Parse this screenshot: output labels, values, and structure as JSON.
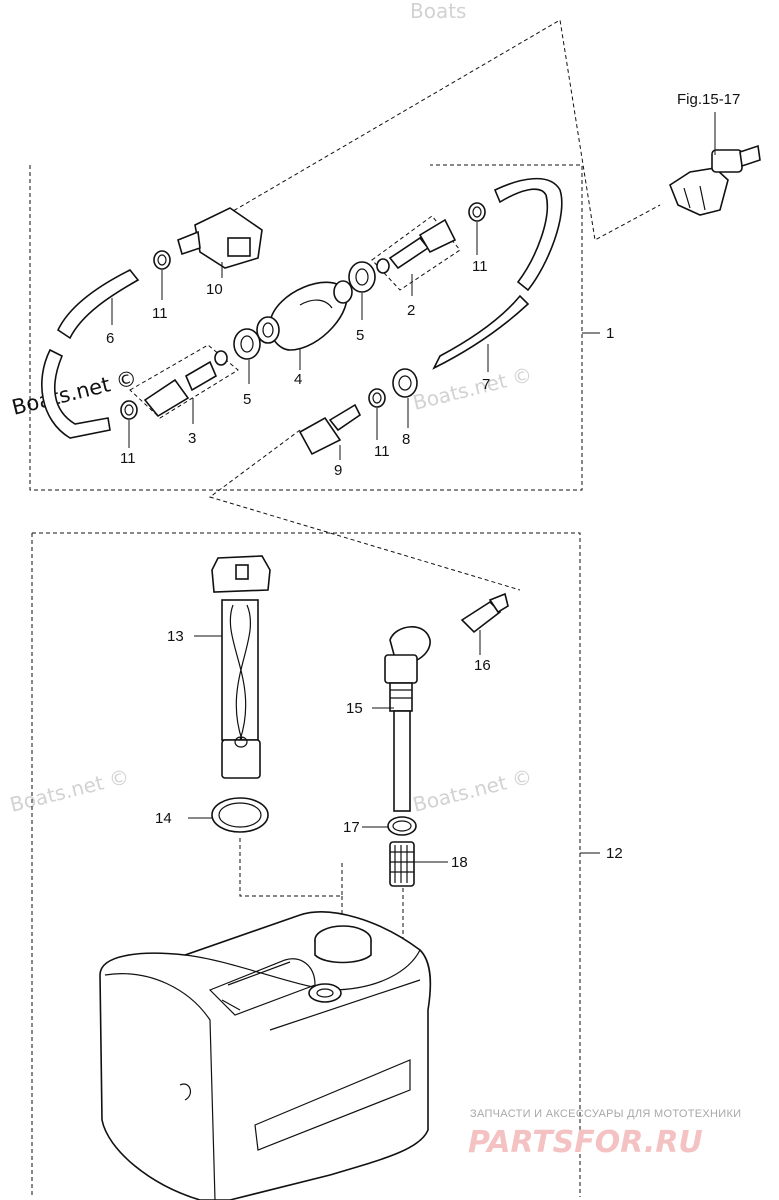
{
  "figure_ref": "Fig.15-17",
  "callouts": {
    "c1": "1",
    "c2": "2",
    "c3": "3",
    "c4": "4",
    "c5a": "5",
    "c5b": "5",
    "c6": "6",
    "c7": "7",
    "c8": "8",
    "c9": "9",
    "c10": "10",
    "c11a": "11",
    "c11b": "11",
    "c11c": "11",
    "c11d": "11",
    "c12": "12",
    "c13": "13",
    "c14": "14",
    "c15": "15",
    "c16": "16",
    "c17": "17",
    "c18": "18"
  },
  "watermarks": {
    "top": "Boats",
    "left_strong": "Boats.net ©",
    "mid_right": "Boats.net ©",
    "lower_left": "Boats.net ©",
    "lower_right": "Boats.net ©"
  },
  "footer": {
    "tagline": "ЗАПЧАСТИ И АКСЕССУАРЫ ДЛЯ МОТОТЕХНИКИ",
    "logo": "PARTSFOR.RU"
  }
}
